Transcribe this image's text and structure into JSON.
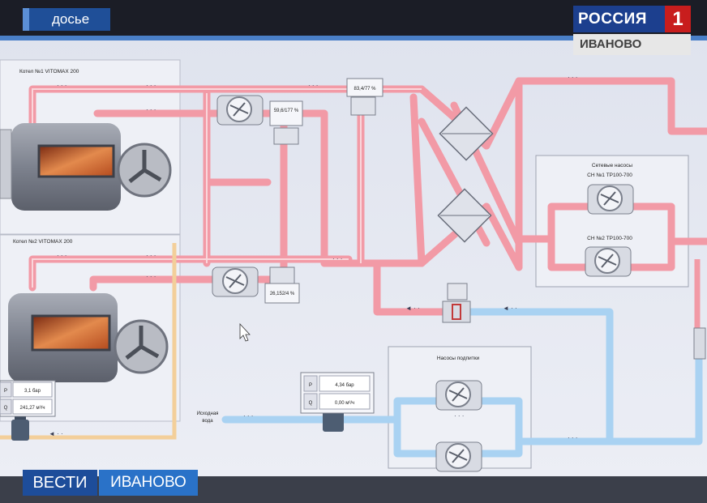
{
  "overlay": {
    "dossier": "досье",
    "channel_name": "РОССИЯ",
    "channel_number": "1",
    "channel_city": "ИВАНОВО",
    "news_brand": "ВЕСТИ",
    "news_city": "ИВАНОВО"
  },
  "scada": {
    "boiler1_title": "Котел №1 VITOMAX 200",
    "boiler2_title": "Котел №2 VITOMAX 200",
    "sensor_top_left": "59,6/177 %",
    "sensor_top_mid": "83,4/77 %",
    "sensor_lower": "26,152/4 %",
    "network_pumps_title": "Сетевые насосы",
    "network_pump1": "СН №1 TP100-700",
    "network_pump2": "СН №2 TP100-700",
    "feed_pumps_title": "Насосы подпитки",
    "source_water_line1": "Исходная",
    "source_water_line2": "вода",
    "left_readout": {
      "p_label": "P",
      "p_value": "3,1 бар",
      "q_label": "Q",
      "q_value": "241,27 м³/ч"
    },
    "mid_readout": {
      "p_label": "P",
      "p_value": "4,34 бар",
      "q_label": "Q",
      "q_value": "0,00 м³/ч"
    }
  },
  "colors": {
    "hot_pipe": "#f29aa6",
    "cold_pipe": "#a9d2f2",
    "panel": "#e9ebf4"
  }
}
